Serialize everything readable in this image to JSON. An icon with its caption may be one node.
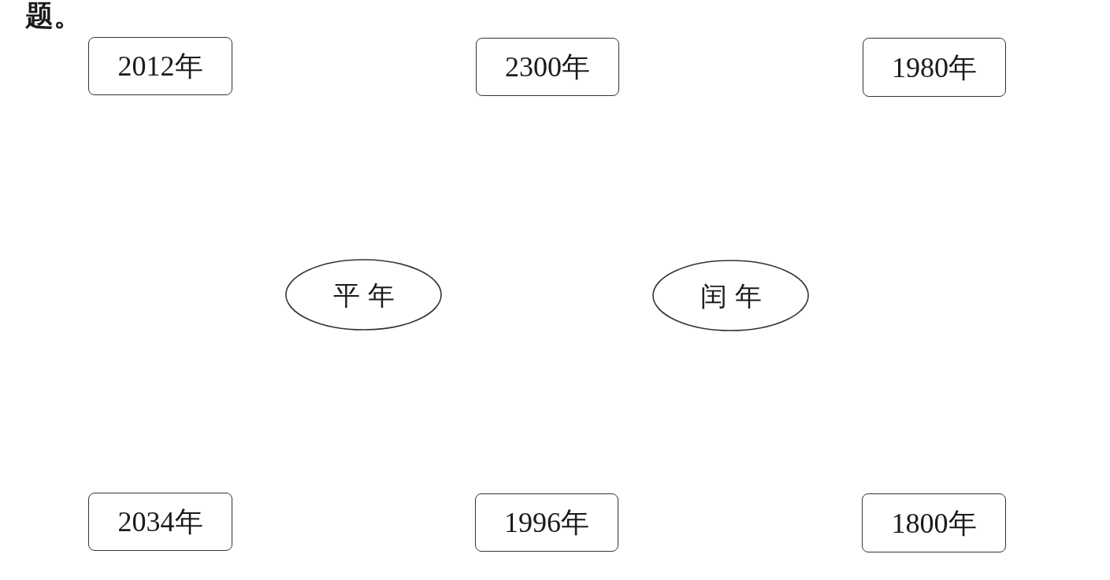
{
  "diagram": {
    "nodes": [
      {
        "text": [
          "2012年"
        ]
      },
      {
        "text": [
          "2300年"
        ]
      },
      {
        "text": [
          "1980年"
        ]
      },
      {
        "text": [
          "平年"
        ]
      },
      {
        "text": [
          "闰年"
        ]
      },
      {
        "text": [
          "2034年"
        ]
      },
      {
        "text": [
          "1996年"
        ]
      },
      {
        "text": [
          "1800年"
        ]
      }
    ],
    "labels": [
      "题。"
    ]
  }
}
